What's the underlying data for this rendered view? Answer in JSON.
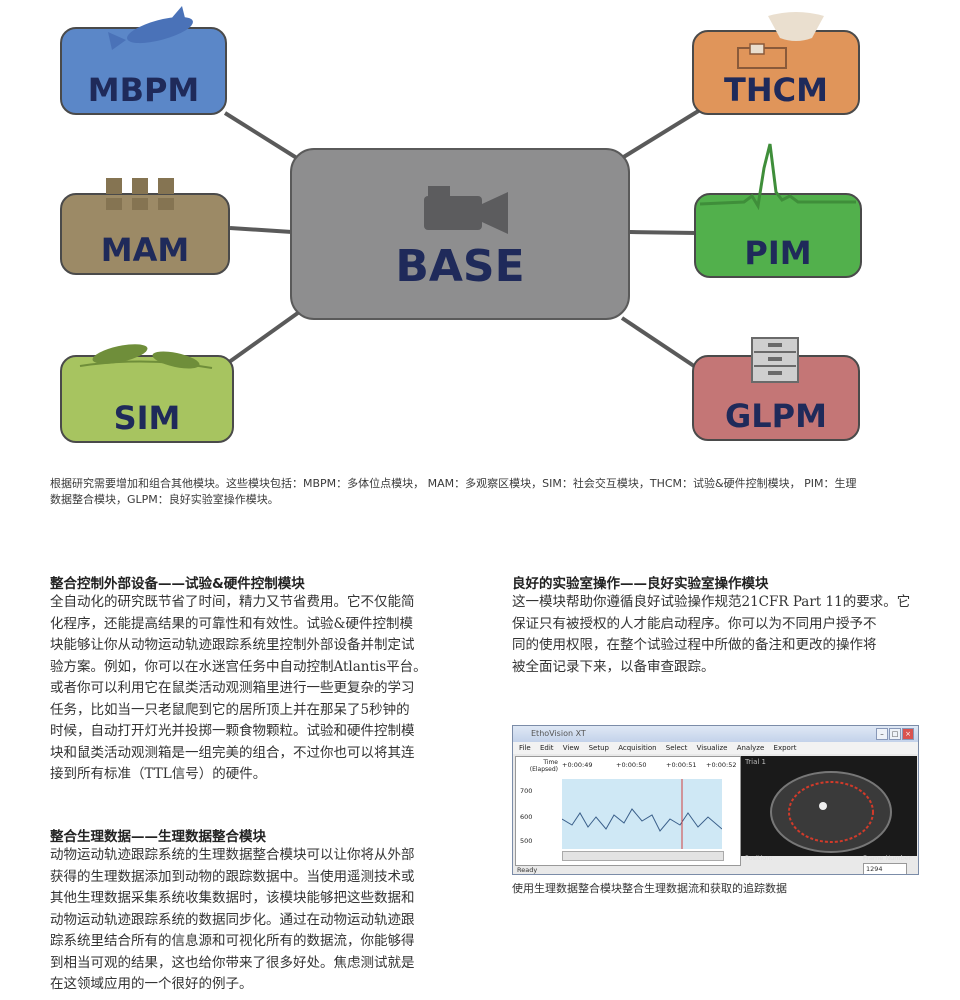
{
  "diagram": {
    "center": {
      "label": "BASE"
    },
    "modules": [
      {
        "label": "MBPM",
        "color": "#5b87c8"
      },
      {
        "label": "MAM",
        "color": "#9c8a66"
      },
      {
        "label": "SIM",
        "color": "#a7c460"
      },
      {
        "label": "THCM",
        "color": "#e0955a"
      },
      {
        "label": "PIM",
        "color": "#52b04c"
      },
      {
        "label": "GLPM",
        "color": "#c47676"
      }
    ]
  },
  "caption": {
    "line1": "根据研究需要增加和组合其他模块。这些模块包括：MBPM：多体位点模块， MAM：多观察区模块，SIM：社会交互模块，THCM：试验&硬件控制模块， PIM：生理",
    "line2": "数据整合模块，GLPM：良好实验室操作模块。"
  },
  "sections": {
    "thcm": {
      "title": "整合控制外部设备——试验&硬件控制模块",
      "lines": [
        "全自动化的研究既节省了时间，精力又节省费用。它不仅能简",
        "化程序，还能提高结果的可靠性和有效性。试验&硬件控制模",
        "块能够让你从动物运动轨迹跟踪系统里控制外部设备并制定试",
        "验方案。例如，你可以在水迷宫任务中自动控制Atlantis平台。",
        "或者你可以利用它在鼠类活动观测箱里进行一些更复杂的学习",
        "任务，比如当一只老鼠爬到它的居所顶上并在那呆了5秒钟的",
        "时候，自动打开灯光并投掷一颗食物颗粒。试验和硬件控制模",
        "块和鼠类活动观测箱是一组完美的组合，不过你也可以将其连",
        "接到所有标准（TTL信号）的硬件。"
      ]
    },
    "pim": {
      "title": "整合生理数据——生理数据整合模块",
      "lines": [
        "动物运动轨迹跟踪系统的生理数据整合模块可以让你将从外部",
        "获得的生理数据添加到动物的跟踪数据中。当使用遥测技术或",
        "其他生理数据采集系统收集数据时，该模块能够把这些数据和",
        "动物运动轨迹跟踪系统的数据同步化。通过在动物运动轨迹跟",
        "踪系统里结合所有的信息源和可视化所有的数据流，你能够得",
        "到相当可观的结果，这也给你带来了很多好处。焦虑测试就是",
        "在这领域应用的一个很好的例子。"
      ]
    },
    "glpm": {
      "title": "良好的实验室操作——良好实验室操作模块",
      "lines": [
        "这一模块帮助你遵循良好试验操作规范21CFR Part 11的要求。它",
        "保证只有被授权的人才能启动程序。你可以为不同用户授予不",
        "同的使用权限，在整个试验过程中所做的备注和更改的操作将",
        "被全面记录下来，以备审查跟踪。"
      ]
    }
  },
  "screenshot": {
    "window_title": "EthoVision XT",
    "menu": [
      "File",
      "Edit",
      "View",
      "Setup",
      "Acquisition",
      "Select",
      "Visualize",
      "Analyze",
      "Export"
    ],
    "trial": "Trial 1",
    "time_header": "Time (Elapsed)",
    "time_ticks": [
      "+0:00:49",
      "+0:00:50",
      "+0:00:51",
      "+0:00:52"
    ],
    "y_ticks": [
      "700",
      "600",
      "500"
    ],
    "status": "Ready",
    "position_label": "Position:",
    "frame_label": "Frame Number",
    "frame_value": "1294",
    "caption": "使用生理数据整合模块整合生理数据流和获取的追踪数据"
  }
}
